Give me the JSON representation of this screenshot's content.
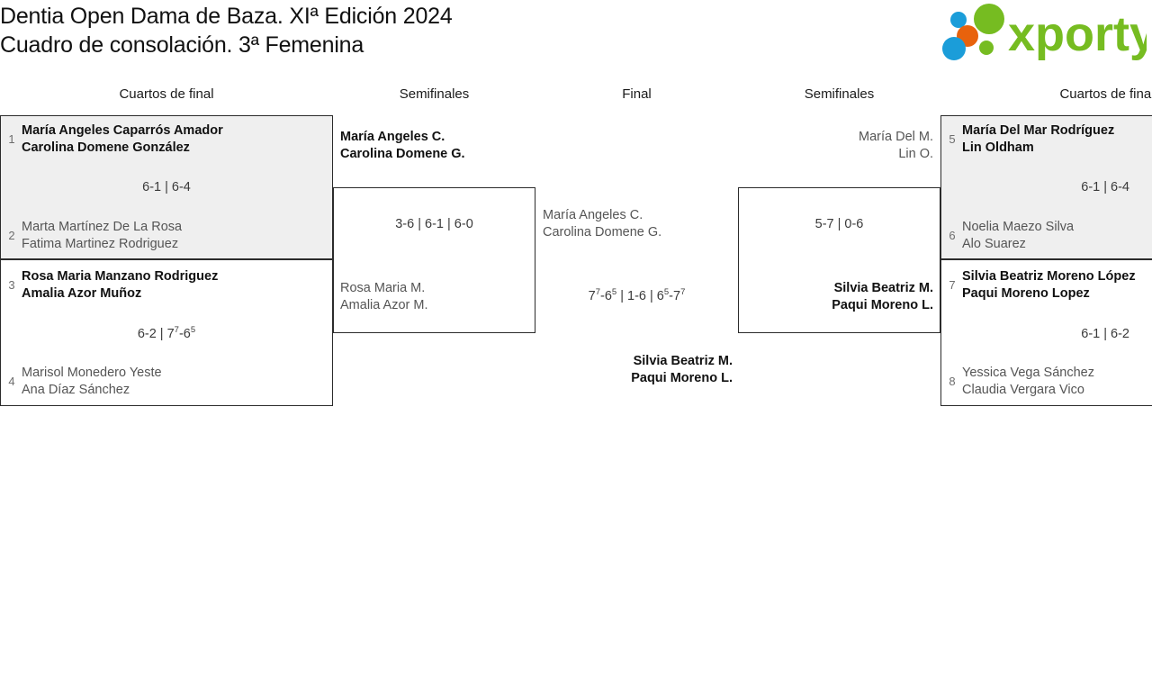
{
  "header": {
    "title_line1": "Dentia Open Dama de Baza. XIª Edición 2024",
    "title_line2": "Cuadro de consolación. 3ª Femenina",
    "logo_text": "xporty",
    "logo_colors": {
      "green": "#76bc21",
      "blue": "#1b9dd9",
      "orange": "#e8620c"
    }
  },
  "columns": {
    "qf_left": "Cuartos de final",
    "sf_left": "Semifinales",
    "final": "Final",
    "sf_right": "Semifinales",
    "qf_right": "Cuartos de final"
  },
  "bracket": {
    "qf_left": [
      {
        "shaded": true,
        "top": {
          "seed": "1",
          "line1": "María Angeles Caparrós Amador",
          "line2": "Carolina Domene González",
          "result": "winner"
        },
        "bottom": {
          "seed": "2",
          "line1": "Marta Martínez De La Rosa",
          "line2": "Fatima Martinez Rodriguez",
          "result": "loser"
        },
        "score": "6-1 | 6-4"
      },
      {
        "shaded": false,
        "top": {
          "seed": "3",
          "line1": "Rosa Maria Manzano Rodriguez",
          "line2": "Amalia Azor Muñoz",
          "result": "winner"
        },
        "bottom": {
          "seed": "4",
          "line1": "Marisol Monedero Yeste",
          "line2": "Ana Díaz Sánchez",
          "result": "loser"
        },
        "score_parts": [
          {
            "t": "6-2 | 7"
          },
          {
            "sup": "7"
          },
          {
            "t": "-6"
          },
          {
            "sup": "5"
          }
        ]
      }
    ],
    "sf_left": {
      "top": {
        "line1": "María Angeles C.",
        "line2": "Carolina Domene G.",
        "result": "winner"
      },
      "bottom": {
        "line1": "Rosa Maria M.",
        "line2": "Amalia Azor M.",
        "result": "loser"
      },
      "score": "3-6 | 6-1 | 6-0"
    },
    "final": {
      "top": {
        "line1": "María Angeles C.",
        "line2": "Carolina Domene G.",
        "result": "loser"
      },
      "bottom": {
        "line1": "Silvia Beatriz M.",
        "line2": "Paqui Moreno L.",
        "result": "winner"
      },
      "score_parts": [
        {
          "t": "7"
        },
        {
          "sup": "7"
        },
        {
          "t": "-6"
        },
        {
          "sup": "5"
        },
        {
          "t": " | 1-6 | 6"
        },
        {
          "sup": "5"
        },
        {
          "t": "-7"
        },
        {
          "sup": "7"
        }
      ]
    },
    "sf_right": {
      "top": {
        "line1": "María Del M.",
        "line2": "Lin O.",
        "result": "loser"
      },
      "bottom": {
        "line1": "Silvia Beatriz M.",
        "line2": "Paqui Moreno L.",
        "result": "winner"
      },
      "score": "5-7 | 0-6"
    },
    "qf_right": [
      {
        "shaded": true,
        "top": {
          "seed": "5",
          "line1": "María Del Mar Rodríguez",
          "line2": "Lin Oldham",
          "result": "winner"
        },
        "bottom": {
          "seed": "6",
          "line1": "Noelia Maezo Silva",
          "line2": "Alo Suarez",
          "result": "loser"
        },
        "score": "6-1 | 6-4"
      },
      {
        "shaded": false,
        "top": {
          "seed": "7",
          "line1": "Silvia Beatriz Moreno López",
          "line2": "Paqui Moreno Lopez",
          "result": "winner"
        },
        "bottom": {
          "seed": "8",
          "line1": "Yessica Vega Sánchez",
          "line2": "Claudia Vergara Vico",
          "result": "loser"
        },
        "score": "6-1 | 6-2"
      }
    ]
  }
}
